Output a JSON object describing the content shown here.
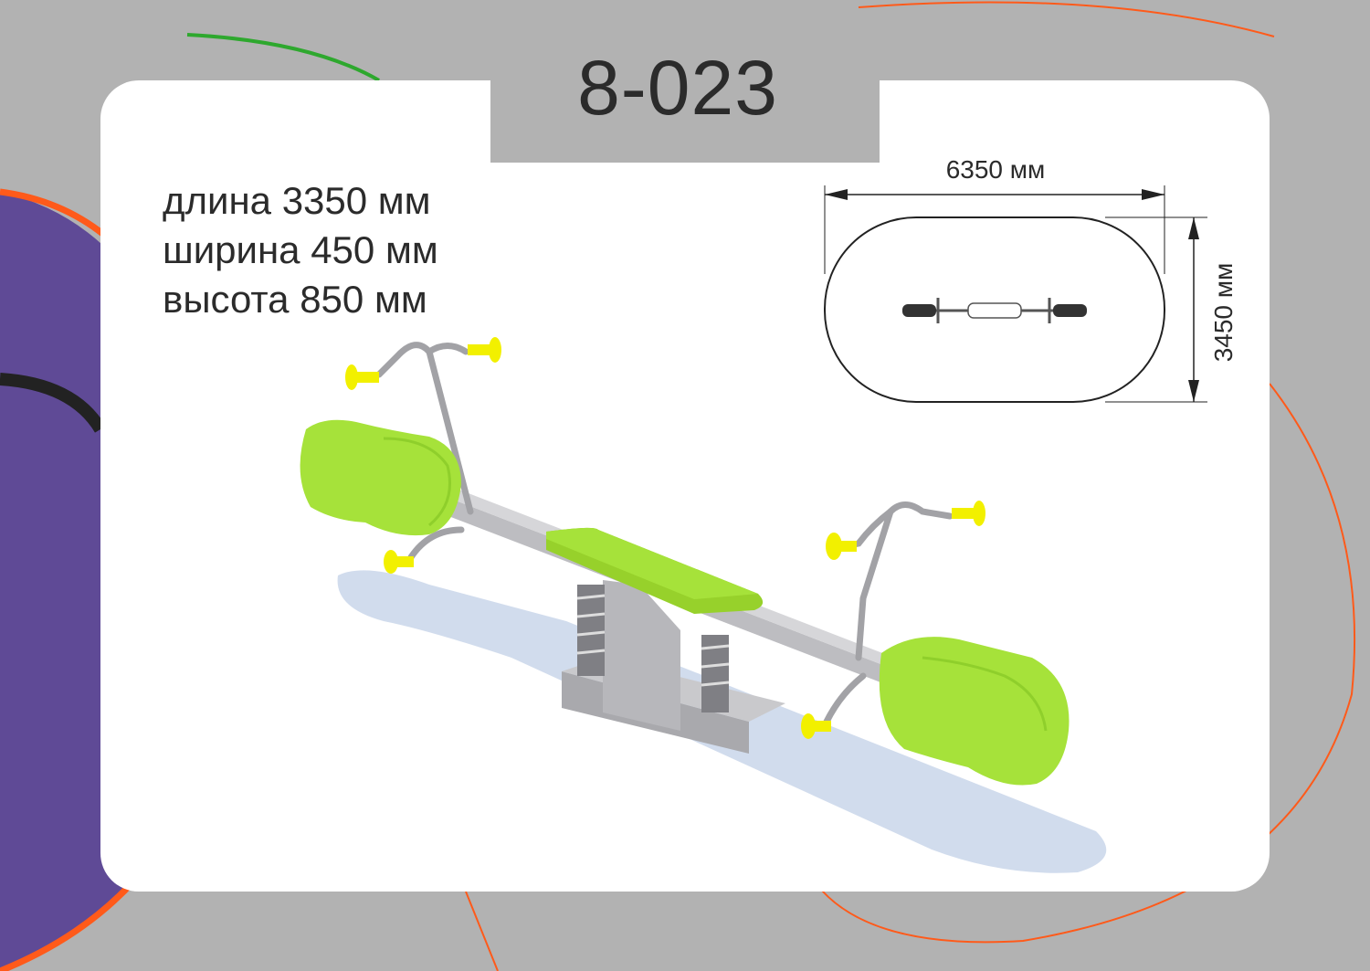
{
  "title": "8-023",
  "specs": [
    {
      "label": "длина",
      "value": "3350 мм"
    },
    {
      "label": "ширина",
      "value": "450 мм"
    },
    {
      "label": "высота",
      "value": "850 мм"
    }
  ],
  "specs_text": [
    "длина 3350 мм",
    "ширина 450 мм",
    "высота 850 мм"
  ],
  "plan": {
    "width_label": "6350 мм",
    "height_label": "3450 мм"
  },
  "colors": {
    "background": "#b2b2b2",
    "card": "#ffffff",
    "accent_purple": "#5f4a96",
    "accent_orange": "#ff5a1a",
    "accent_green": "#2ea82e",
    "seat_green": "#a6e23a",
    "handle_yellow": "#f2f000",
    "text": "#2b2b2b"
  }
}
